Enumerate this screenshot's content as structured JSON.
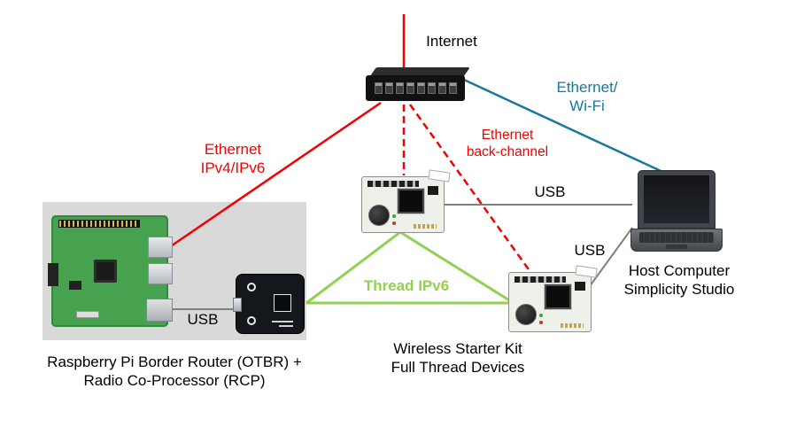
{
  "colors": {
    "ethernet": "#f40000",
    "ethernet_wifi": "#16789d",
    "thread": "#92d050",
    "usb_line": "#7f7f7f"
  },
  "labels": {
    "internet": "Internet",
    "ethernet_wifi": {
      "line1": "Ethernet/",
      "line2": "Wi-Fi"
    },
    "ethernet_ipv4": {
      "line1": "Ethernet",
      "line2": "IPv4/IPv6"
    },
    "ethernet_backchannel": {
      "line1": "Ethernet",
      "line2": "back-channel"
    },
    "thread": "Thread IPv6",
    "usb_rcp": "USB",
    "usb_wstk_top": "USB",
    "usb_wstk_bottom": "USB"
  },
  "captions": {
    "host_computer": {
      "line1": "Host Computer",
      "line2": "Simplicity Studio"
    },
    "wstk": {
      "line1": "Wireless Starter Kit",
      "line2": "Full Thread Devices"
    },
    "border_router": {
      "line1": "Raspberry Pi Border Router (OTBR) +",
      "line2": "Radio Co-Processor (RCP)"
    }
  }
}
